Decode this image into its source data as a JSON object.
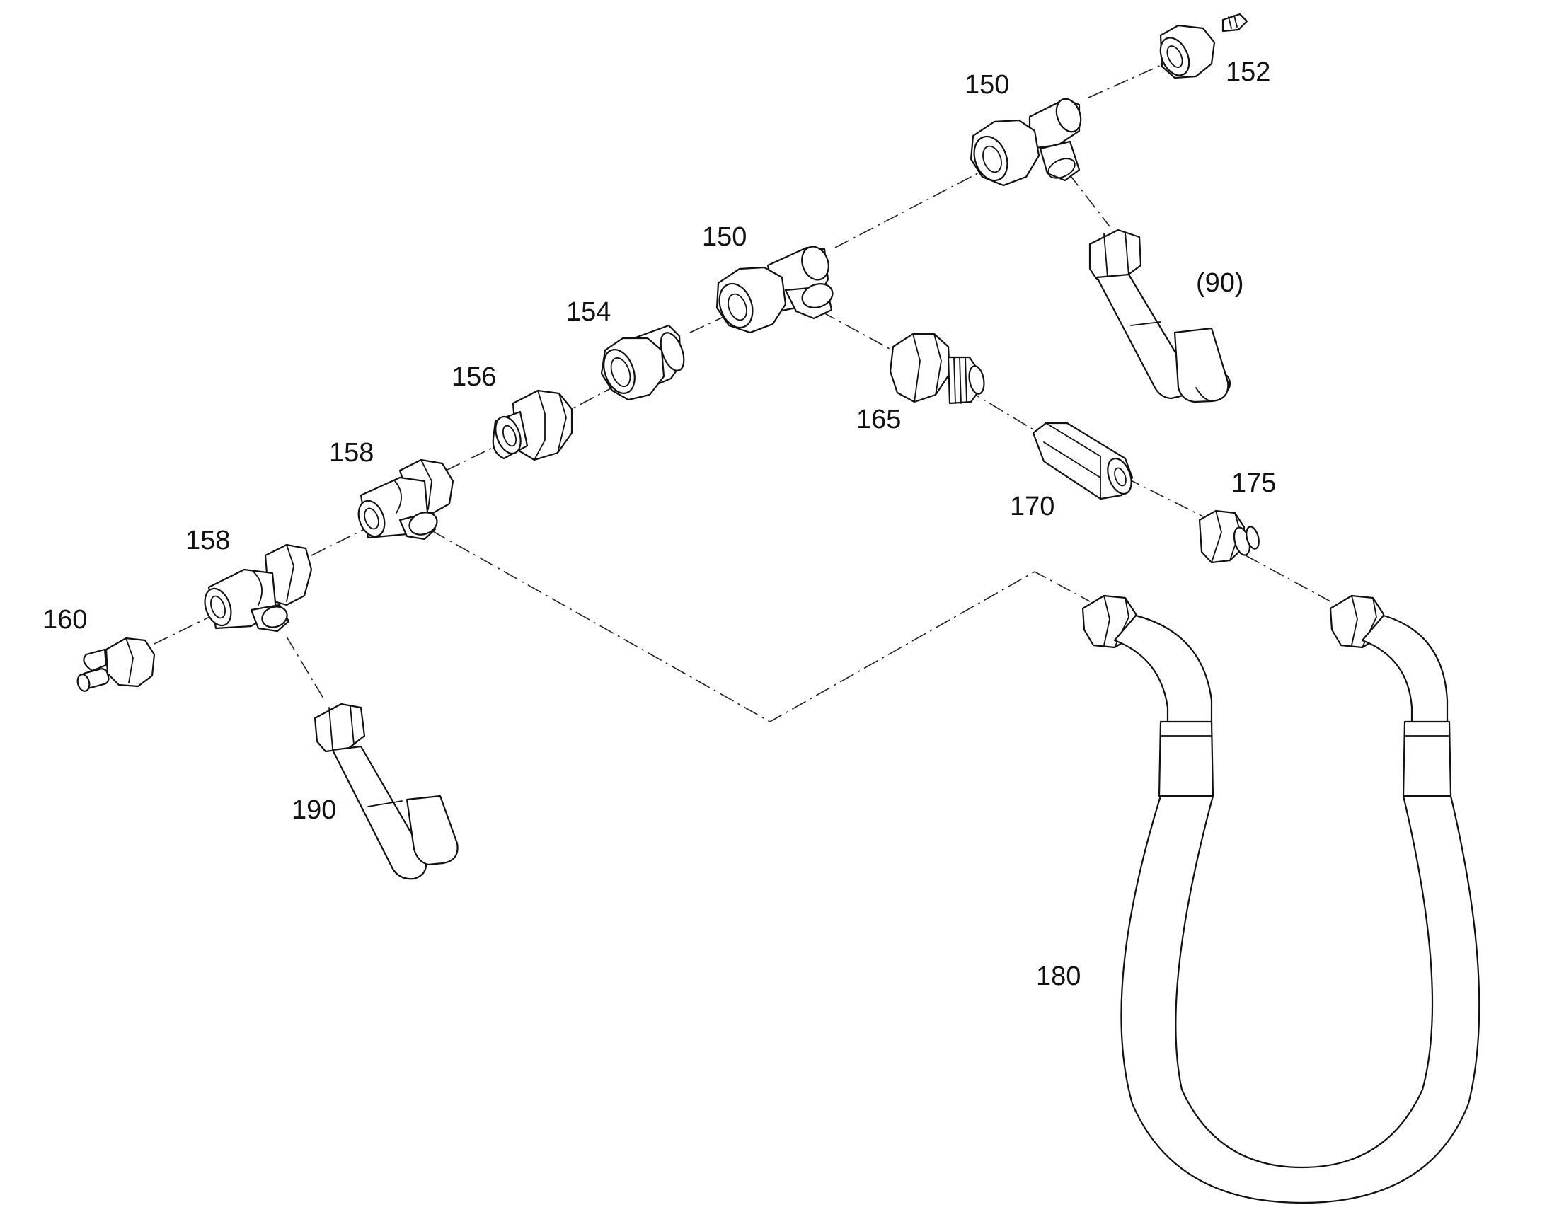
{
  "callouts": {
    "c152": "152",
    "c150a": "150",
    "c150b": "150",
    "c90": "(90)",
    "c154": "154",
    "c156": "156",
    "c165": "165",
    "c158a": "158",
    "c158b": "158",
    "c170": "170",
    "c175": "175",
    "c160": "160",
    "c190": "190",
    "c180": "180"
  },
  "colors": {
    "line": "#111111",
    "background": "#ffffff"
  }
}
